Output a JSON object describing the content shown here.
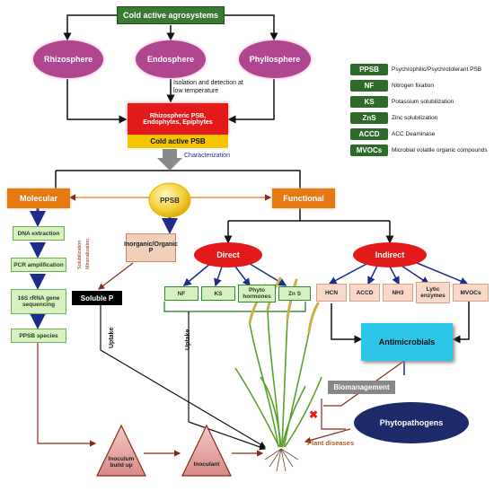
{
  "nodes": {
    "cold_agro": "Cold active agrosystems",
    "rhizosphere": "Rhizosphere",
    "endosphere": "Endosphere",
    "phyllosphere": "Phyllosphere",
    "isolation": "Isolation and detection at low temperature",
    "rhizo_psb": "Rhizospheric PSB, Endophytes, Epiphytes",
    "cold_psb": "Cold active PSB",
    "characterization": "Characterization",
    "molecular": "Molecular",
    "ppsb": "PPSB",
    "functional": "Functional",
    "dna": "DNA extraction",
    "pcr": "PCR amplification",
    "rrna": "16S rRNA gene sequencing",
    "species": "PPSB species",
    "inorg": "Inorganic/Organic P",
    "solubilization": "Solubilization",
    "mineralization": "Mineralization",
    "soluble_p": "Soluble P",
    "uptake1": "Uptake",
    "uptake2": "Uptake",
    "direct": "Direct",
    "indirect": "Indirect",
    "nf": "NF",
    "ks": "KS",
    "phyto": "Phyto hormones",
    "zns": "Zn S",
    "hcn": "HCN",
    "accd": "ACCD",
    "nh3": "NH3",
    "lytic": "Lytic enzymes",
    "mvocs": "MVOCs",
    "antimicrobials": "Antimicrobials",
    "biomanagement": "Biomanagement",
    "phytopathogens": "Phytopathogens",
    "plant_diseases": "Plant diseases",
    "inoculum": "Inoculum build up",
    "inoculant": "Inoculant",
    "cross_mark": "✖"
  },
  "legend": [
    {
      "abbr": "PPSB",
      "text": "Psychrophilic/Psychrotolerant PSB"
    },
    {
      "abbr": "NF",
      "text": "Nitrogen fixation"
    },
    {
      "abbr": "KS",
      "text": "Potassium solubilization"
    },
    {
      "abbr": "ZnS",
      "text": "Zinc solubilization"
    },
    {
      "abbr": "ACCD",
      "text": "ACC Deaminase"
    },
    {
      "abbr": "MVOCs",
      "text": "Microbial volatile organic compounds"
    }
  ],
  "colors": {
    "dark_green": "#2e6b2a",
    "purple": "#b0468f",
    "red": "#e31a1a",
    "yellow": "#f7c400",
    "orange": "#e57a12",
    "navy": "#1d2b6b",
    "cyan": "#2ec6e6",
    "brown": "#8b2a1a",
    "arrow_blue": "#1f3a8a"
  }
}
